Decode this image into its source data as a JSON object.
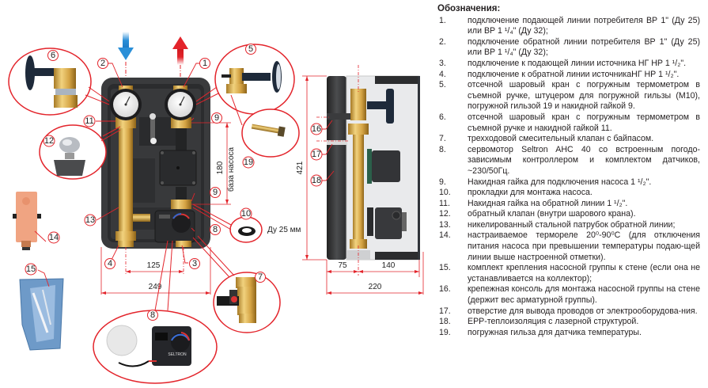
{
  "legend": {
    "title": "Обозначения:",
    "items": [
      {
        "num": "1.",
        "text": "подключение подающей линии потребителя ВР 1\" (Ду 25) или ВР 1 ¹/₄\" (Ду 32);"
      },
      {
        "num": "2.",
        "text": "подключение обратной линии потребителя ВР 1\" (Ду 25) или ВР 1 ¹/₄\" (Ду 32);"
      },
      {
        "num": "3.",
        "text": "подключение к подающей линии источника НГ НР 1 ¹/₂\"."
      },
      {
        "num": "4.",
        "text": "подключение к обратной линии источникаНГ НР 1 ¹/₂\"."
      },
      {
        "num": "5.",
        "text": "отсечной шаровый кран с погружным термометром в съемной ручке, штуцером для погружной гильзы (М10), погружной гильзой 19 и накидной гайкой 9."
      },
      {
        "num": "6.",
        "text": "отсечной шаровый кран с погружным термометром в съемной ручке и накидной гайкой 11."
      },
      {
        "num": "7.",
        "text": "трехходовой смесительный клапан с байпасом."
      },
      {
        "num": "8.",
        "text": "сервомотор Seltron AHC 40 со встроенным погодо-зависимым контроллером и комплектом датчиков, ~230/50Гц."
      },
      {
        "num": "9.",
        "text": "Накидная гайка для подключения насоса 1 ¹/₂\"."
      },
      {
        "num": "10.",
        "text": "прокладки для монтажа насоса."
      },
      {
        "num": "11.",
        "text": "Накидная гайка на обратной линии 1 ¹/₂\"."
      },
      {
        "num": "12.",
        "text": "обратный клапан (внутри шарового крана)."
      },
      {
        "num": "13.",
        "text": "никелированный  стальной патрубок обратной линии;"
      },
      {
        "num": "14.",
        "text": "настраиваемое термореле 20⁰-90⁰С (для отключения питания насоса при превышении температуры подаю-щей линии выше настроенной отметки)."
      },
      {
        "num": "15.",
        "text": "комплект крепления насосной группы к стене (если она не устанавливается на коллектор);"
      },
      {
        "num": "16.",
        "text": "крепежная консоль для монтажа насосной группы на стене (держит вес арматурной группы)."
      },
      {
        "num": "17.",
        "text": "отверстие для вывода проводов от электрооборудова-ния."
      },
      {
        "num": "18.",
        "text": "EPP-теплоизоляция с лазерной структурой."
      },
      {
        "num": "19.",
        "text": "погружная гильза для датчика температуры."
      }
    ]
  },
  "diagram": {
    "callouts": {
      "c1": "1",
      "c2": "2",
      "c3": "3",
      "c4": "4",
      "c5": "5",
      "c6": "6",
      "c7": "7",
      "c8a": "8",
      "c8b": "8",
      "c9a": "9",
      "c9b": "9",
      "c10": "10",
      "c11": "11",
      "c12": "12",
      "c13": "13",
      "c14": "14",
      "c15": "15",
      "c16": "16",
      "c17": "17",
      "c18": "18",
      "c19": "19"
    },
    "dimensions": {
      "connection_spacing": "125",
      "front_width": "249",
      "pump_base": "180",
      "pump_base_label": "база насоса",
      "gasket_size": "Ду 25 мм",
      "height": "421",
      "side_offset": "75",
      "side_depth_inner": "140",
      "side_depth_total": "220"
    },
    "brand_label": "SELTRON",
    "colors": {
      "callout_red": "#e3242b",
      "supply_arrow": "#e3242b",
      "return_arrow": "#2a8fd8",
      "brass": "#d7a948",
      "insulation": "#3a3b3d"
    }
  }
}
